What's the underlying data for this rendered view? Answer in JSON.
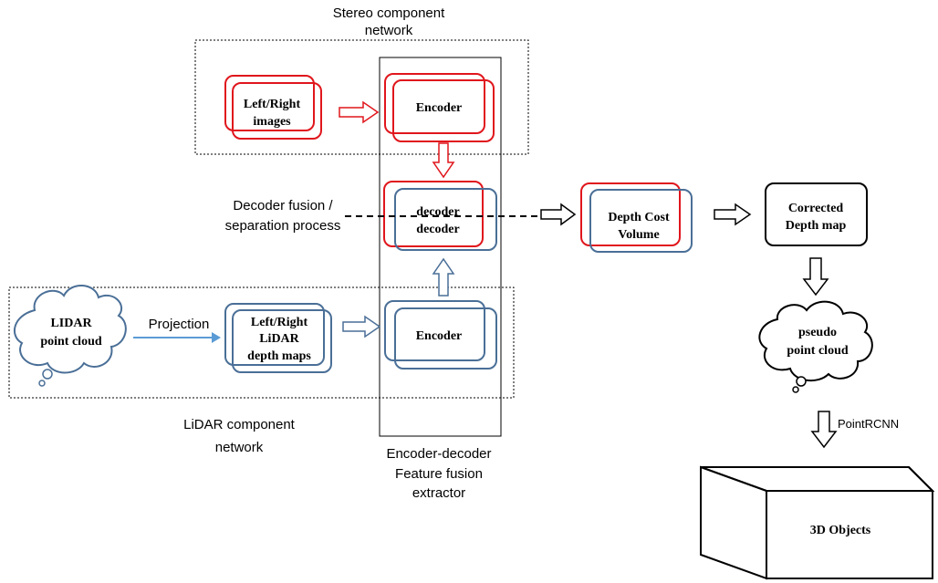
{
  "colors": {
    "red": "#e0161c",
    "blue": "#4a6f97",
    "black": "#000000",
    "projection_arrow": "#5b9bd5"
  },
  "labels": {
    "stereo_title_line1": "Stereo component",
    "stereo_title_line2": "network",
    "lidar_title_line1": "LiDAR component",
    "lidar_title_line2": "network",
    "fusion_title_line1": "Encoder-decoder",
    "fusion_title_line2": "Feature fusion",
    "fusion_title_line3": "extractor",
    "decoder_fusion_line1": "Decoder fusion /",
    "decoder_fusion_line2": "separation process",
    "projection": "Projection",
    "pointrcnn": "PointRCNN"
  },
  "nodes": {
    "left_right_images": {
      "line1": "Left/Right",
      "line2": "images"
    },
    "stereo_encoder": {
      "line1": "Encoder"
    },
    "decoder": {
      "line1": "decoder",
      "line2": "decoder"
    },
    "lidar_encoder": {
      "line1": "Encoder"
    },
    "lidar_depth_maps": {
      "line1": "Left/Right",
      "line2": "LiDAR",
      "line3": "depth maps"
    },
    "lidar_point_cloud": {
      "line1": "LIDAR",
      "line2": "point cloud"
    },
    "depth_cost_volume": {
      "line1": "Depth Cost",
      "line2": "Volume"
    },
    "corrected_depth_map": {
      "line1": "Corrected",
      "line2": "Depth map"
    },
    "pseudo_point_cloud": {
      "line1": "pseudo",
      "line2": "point cloud"
    },
    "objects_3d": {
      "line1": "3D Objects"
    }
  }
}
